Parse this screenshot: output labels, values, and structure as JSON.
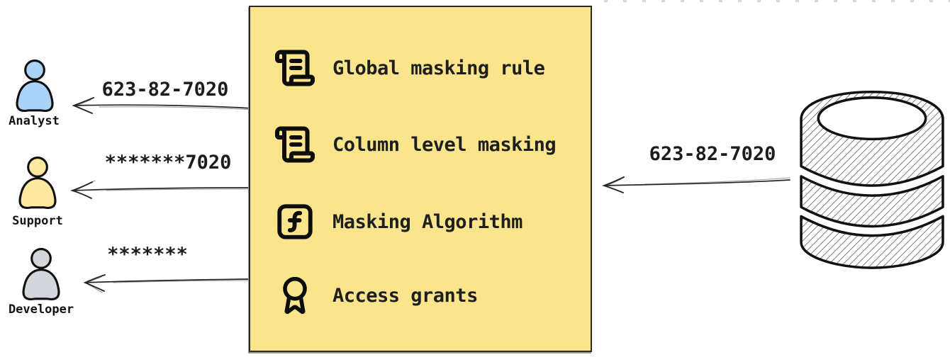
{
  "masking_box": {
    "fill": "#fae58c",
    "items": [
      {
        "icon": "scroll-text-icon",
        "label": "Global masking rule"
      },
      {
        "icon": "scroll-text-icon",
        "label": "Column level masking"
      },
      {
        "icon": "function-square-icon",
        "label": "Masking Algorithm"
      },
      {
        "icon": "award-icon",
        "label": "Access grants"
      }
    ]
  },
  "recipients": [
    {
      "label": "Analyst",
      "masked_value": "623-82-7020",
      "fill": "#a9d4f7"
    },
    {
      "label": "Support",
      "masked_value": "*******7020",
      "fill": "#ffe9a1"
    },
    {
      "label": "Developer",
      "masked_value": "*******",
      "fill": "#d3d7dc"
    }
  ],
  "database_input": {
    "value": "623-82-7020"
  }
}
